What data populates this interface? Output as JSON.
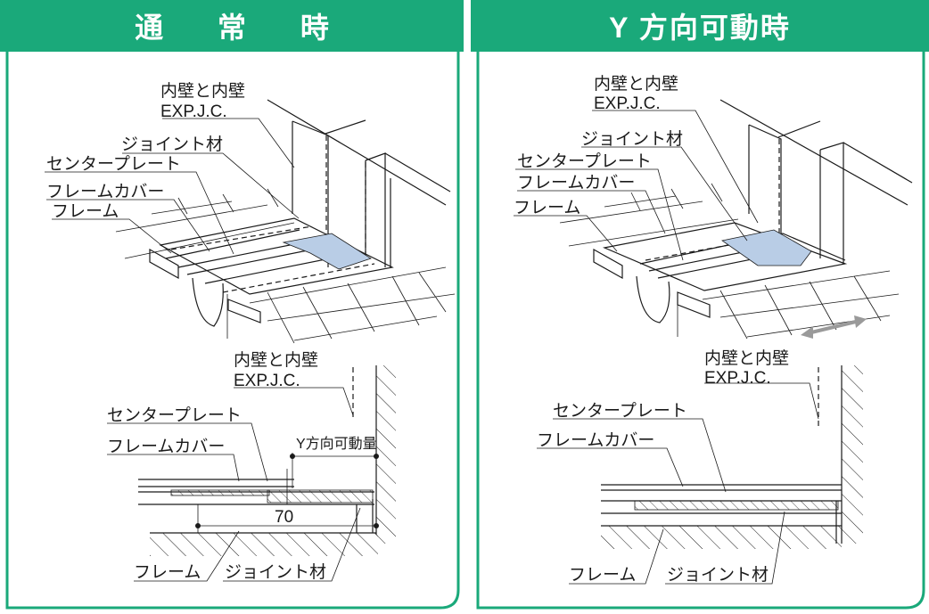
{
  "colors": {
    "header_green": "#1aa97a",
    "frame_green": "#1aa97a",
    "blue_plate": "#b9cde6",
    "arrow_gray": "#9a9a9a"
  },
  "left": {
    "title": "通 常 時",
    "top_labels": {
      "wall_1": "内壁と内壁",
      "wall_2": "EXP.J.C.",
      "joint": "ジョイント材",
      "center_plate": "センタープレート",
      "frame_cover": "フレームカバー",
      "frame": "フレーム"
    },
    "section_labels": {
      "wall_1": "内壁と内壁",
      "wall_2": "EXP.J.C.",
      "center_plate": "センタープレート",
      "frame_cover": "フレームカバー",
      "y_move": "Y方向可動量",
      "dim": "70",
      "frame": "フレーム",
      "joint": "ジョイント材"
    }
  },
  "right": {
    "title": "Y 方向可動時",
    "top_labels": {
      "wall_1": "内壁と内壁",
      "wall_2": "EXP.J.C.",
      "joint": "ジョイント材",
      "center_plate": "センタープレート",
      "frame_cover": "フレームカバー",
      "frame": "フレーム"
    },
    "section_labels": {
      "wall_1": "内壁と内壁",
      "wall_2": "EXP.J.C.",
      "center_plate": "センタープレート",
      "frame_cover": "フレームカバー",
      "frame": "フレーム",
      "joint": "ジョイント材"
    }
  }
}
